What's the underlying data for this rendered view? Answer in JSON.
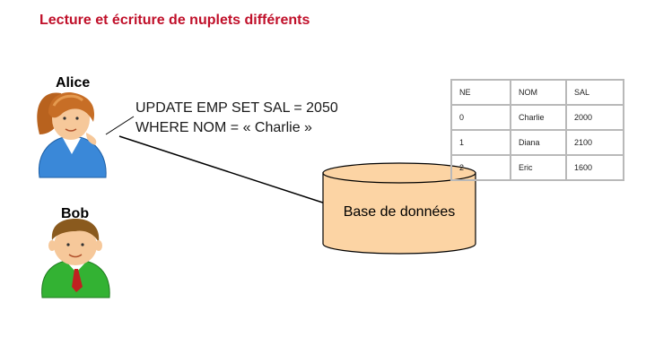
{
  "title": "Lecture et écriture de nuplets différents",
  "users": {
    "alice": "Alice",
    "bob": "Bob"
  },
  "query": {
    "line1": "UPDATE EMP SET SAL = 2050",
    "line2": "WHERE NOM = « Charlie »"
  },
  "database_label": "Base de données",
  "table": {
    "headers": [
      "NE",
      "NOM",
      "SAL"
    ],
    "rows": [
      [
        "0",
        "Charlie",
        "2000"
      ],
      [
        "1",
        "Diana",
        "2100"
      ],
      [
        "2",
        "Eric",
        "1600"
      ]
    ]
  },
  "colors": {
    "title": "#c0102a",
    "db_fill": "#fcd4a4",
    "alice_shirt": "#3a88d8",
    "bob_shirt": "#33b233"
  }
}
